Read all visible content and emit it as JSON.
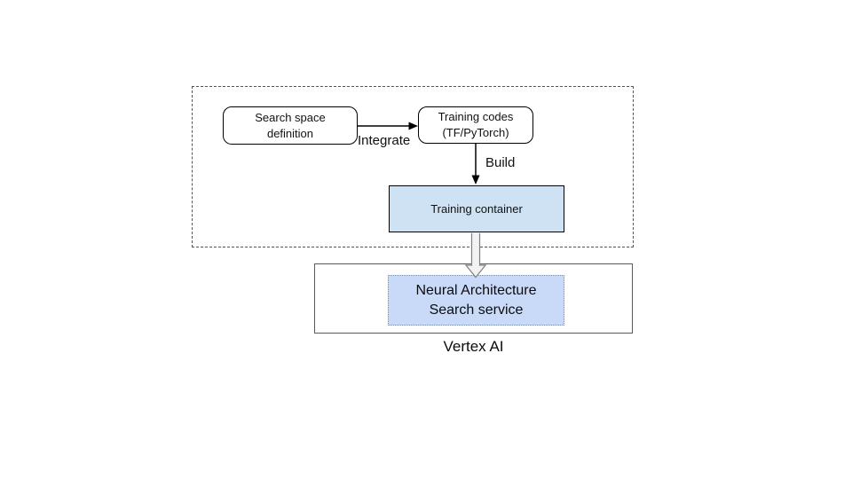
{
  "diagram": {
    "pipeline_group": {
      "search_space_box": {
        "line1": "Search space",
        "line2": "definition"
      },
      "integrate_arrow_label": "Integrate",
      "training_codes_box": {
        "line1": "Training codes",
        "line2": "(TF/PyTorch)"
      },
      "build_arrow_label": "Build",
      "training_container_box": {
        "label": "Training container",
        "fill": "#cfe2f3"
      }
    },
    "vertex_ai_group": {
      "nas_service_box": {
        "line1": "Neural Architecture",
        "line2": "Search service",
        "fill": "#c9daf8"
      },
      "caption": "Vertex AI"
    },
    "colors": {
      "node_border": "#000000",
      "dashed_group_border": "#545454",
      "vertex_rect_border": "#595959",
      "nas_dotted_border": "#8a8a8a",
      "arrow_stroke": "#000000",
      "hollow_arrow_stroke": "#808080",
      "hollow_arrow_fill": "#f3f3f3"
    }
  }
}
